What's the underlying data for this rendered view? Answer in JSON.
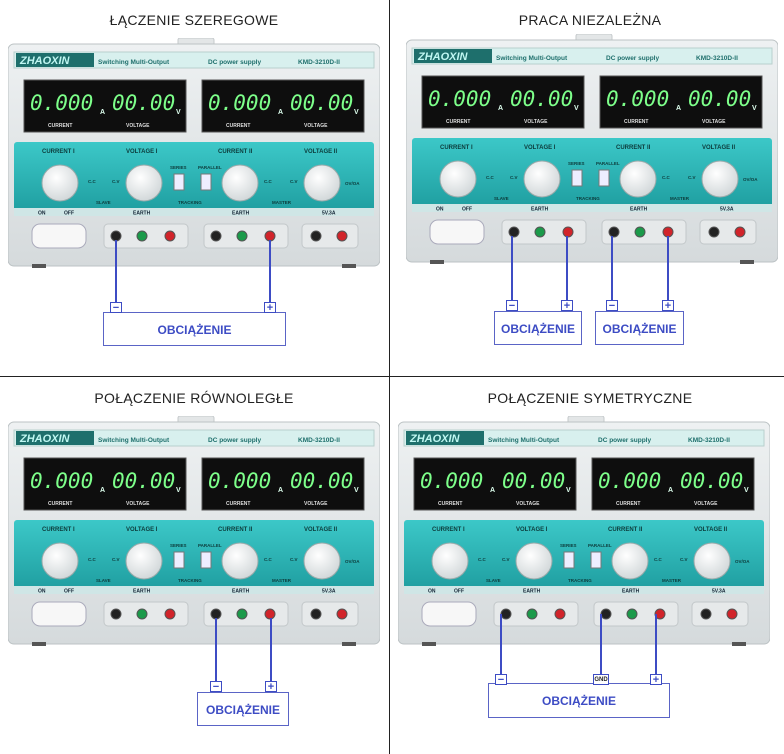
{
  "quadrants": [
    {
      "title": "ŁĄCZENIE SZEREGOWE",
      "load_label": "OBCIĄŻENIE",
      "terminals": [
        "−",
        "+"
      ]
    },
    {
      "title": "PRACA NIEZALEŻNA",
      "load_label": "OBCIĄŻENIE",
      "terminals": [
        "−",
        "+"
      ]
    },
    {
      "title": "POŁĄCZENIE RÓWNOLEGŁE",
      "load_label": "OBCIĄŻENIE",
      "terminals": [
        "−",
        "+"
      ]
    },
    {
      "title": "POŁĄCZENIE SYMETRYCZNE",
      "load_label": "OBCIĄŻENIE",
      "terminals": [
        "−",
        "GND",
        "+"
      ]
    }
  ],
  "independent_loads": [
    "OBCIĄŻENIE",
    "OBCIĄŻENIE"
  ],
  "independent_terminals": [
    "−",
    "+",
    "−",
    "+"
  ],
  "psu": {
    "brand": "ZHAOXIN",
    "line1": "Switching Multi-Output",
    "line2": "DC power supply",
    "model": "KMD-3210D-II",
    "current_reading": "0.000",
    "voltage_reading": "00.00",
    "unit_a": "A",
    "unit_v": "V",
    "current_label": "CURRENT",
    "voltage_label": "VOLTAGE",
    "knob_labels": [
      "CURRENT I",
      "VOLTAGE I",
      "CURRENT II",
      "VOLTAGE II"
    ],
    "series": "SERIES",
    "parallel": "PARALLEL",
    "slave": "SLAVE",
    "tracking": "TRACKING",
    "master": "MASTER",
    "on": "ON",
    "off": "OFF",
    "earth": "EARTH",
    "fixed": "5V.3A",
    "cc": "C.C",
    "cv": "C.V",
    "ov": "OV/OA"
  },
  "colors": {
    "wire": "#3d4cc4",
    "panel_teal": "#2fb7b8",
    "display_bg": "#101010",
    "digits": "#7dff8a"
  }
}
